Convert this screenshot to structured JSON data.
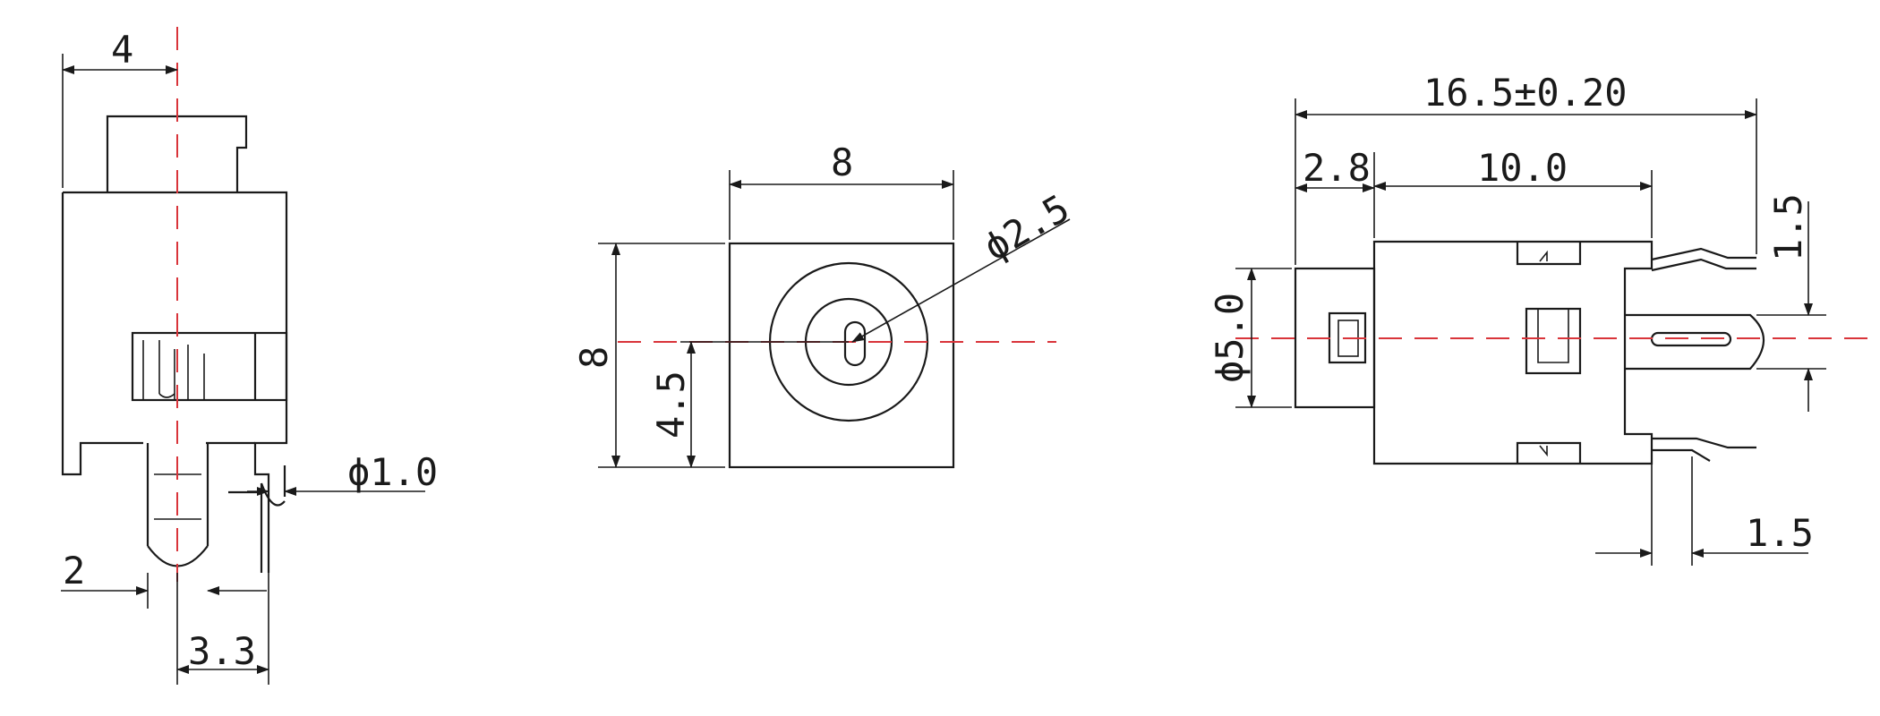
{
  "colors": {
    "outline": "#1a1a1a",
    "centerline": "#d9343a",
    "background": "#ffffff"
  },
  "dimensions": {
    "side_width": "4",
    "pin_dia": "ϕ1.0",
    "pin_offset": "2",
    "pin_pitch": "3.3",
    "front_width": "8",
    "front_height": "8",
    "front_center_height": "4.5",
    "hole_dia": "ϕ2.5",
    "overall_length": "16.5±0.20",
    "nose_length": "2.8",
    "body_length": "10.0",
    "nose_dia": "ϕ5.0",
    "pin_height": "1.5",
    "pin_spacing": "1.5"
  }
}
